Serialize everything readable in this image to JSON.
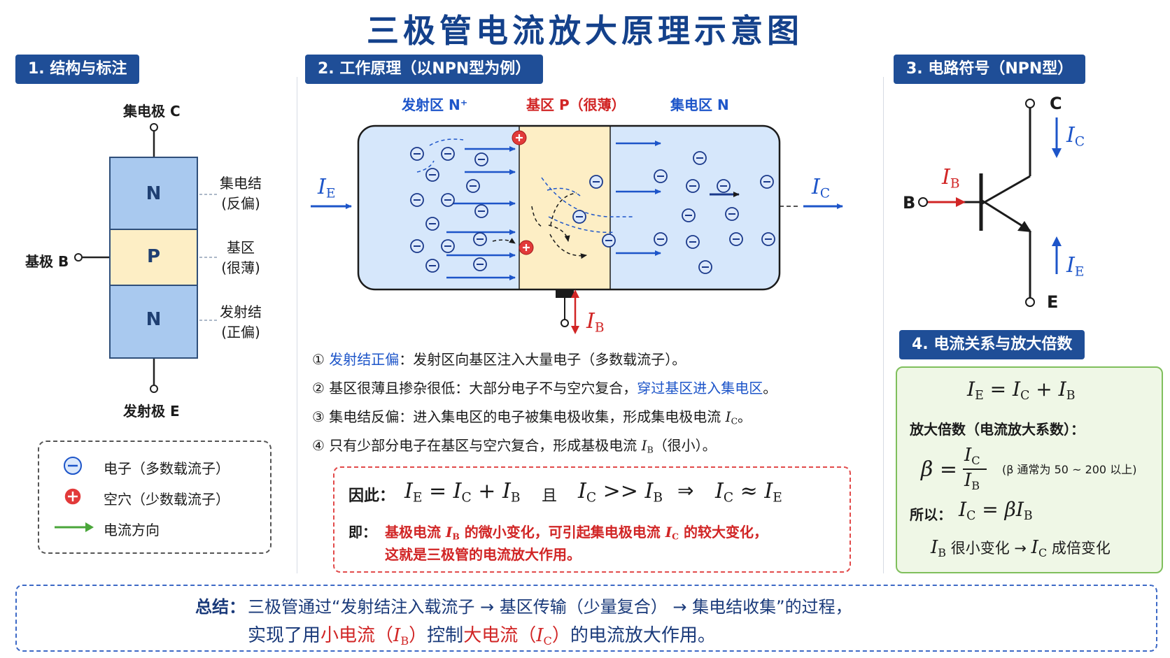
{
  "title": "三极管电流放大原理示意图",
  "sections": {
    "s1": "1. 结构与标注",
    "s2": "2. 工作原理（以NPN型为例）",
    "s3": "3. 电路符号（NPN型）",
    "s4": "4. 电流关系与放大倍数"
  },
  "structure": {
    "collector": "集电极 C",
    "base": "基极 B",
    "emitter": "发射极 E",
    "layers": [
      "N",
      "P",
      "N"
    ],
    "cj_label": "集电结",
    "cj_bias": "(反偏)",
    "base_region": "基区",
    "base_thin": "(很薄)",
    "ej_label": "发射结",
    "ej_bias": "(正偏)"
  },
  "legend": {
    "electron": "电子（多数载流子）",
    "hole": "空穴（少数载流子）",
    "current": "电流方向"
  },
  "principle": {
    "emitter_region": "发射区 N⁺",
    "base_region": "基区 P（很薄）",
    "collector_region": "集电区 N",
    "ie": "I",
    "ie_sub": "E",
    "ic": "I",
    "ic_sub": "C",
    "ib": "I",
    "ib_sub": "B",
    "steps": {
      "s1_num": "①",
      "s1_hl": "发射结正偏",
      "s1_rest": "：发射区向基区注入大量电子（多数载流子）。",
      "s2_num": "②",
      "s2_a": "基区很薄且掺杂很低：大部分电子不与空穴复合，",
      "s2_hl": "穿过基区进入集电区",
      "s2_end": "。",
      "s3_num": "③",
      "s3_a": "集电结反偏：进入集电区的电子被集电极收集，形成集电极电流 ",
      "s3_var": "I",
      "s3_sub": "C",
      "s3_end": "。",
      "s4_num": "④",
      "s4_a": "只有少部分电子在基区与空穴复合，形成基极电流 ",
      "s4_var": "I",
      "s4_sub": "B",
      "s4_end": "（很小）。"
    },
    "therefore": {
      "label": "因此：",
      "eq1": "I",
      "eq1_parts": [
        "E",
        " = ",
        "C",
        " + ",
        "B"
      ],
      "and": "且",
      "gg": ">>",
      "implies": "⇒",
      "approx": "≈",
      "ie_label": "即：",
      "line1_a": "基极电流 ",
      "line1_b": " 的微小变化，可引起集电极电流 ",
      "line1_c": " 的较大变化，",
      "line2": "这就是三极管的电流放大作用。"
    }
  },
  "symbol": {
    "c": "C",
    "b": "B",
    "e": "E"
  },
  "relations": {
    "amp_label": "放大倍数（电流放大系数）：",
    "beta": "β",
    "note": "(β 通常为 50 ~ 200 以上)",
    "so": "所以：",
    "small_change": " 很小变化 → ",
    "times_change": " 成倍变化"
  },
  "summary": {
    "label": "总结：",
    "line1": "三极管通过“发射结注入载流子 → 基区传输（少量复合） → 集电结收集”的过程，",
    "line2_a": "实现了用",
    "line2_small": "小电流（",
    "line2_small_end": "）",
    "line2_mid": "控制",
    "line2_big": "大电流（",
    "line2_big_end": "）",
    "line2_end": "的电流放大作用。"
  },
  "colors": {
    "heading": "#1f4e97",
    "n_region": "#d6e7fb",
    "p_region": "#fdeec5",
    "arrow_blue": "#1d55c9",
    "arrow_red": "#d12525",
    "arrow_green": "#4aa63a"
  }
}
